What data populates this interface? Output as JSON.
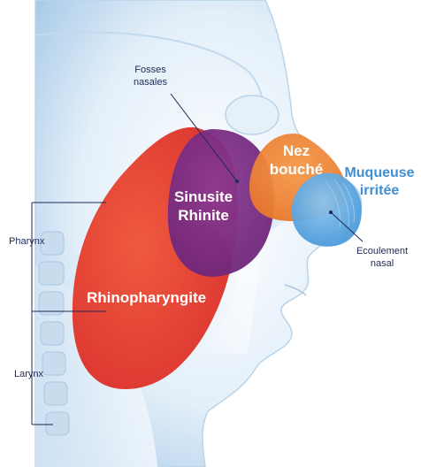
{
  "labels": {
    "fosses_nasales": [
      "Fosses",
      "nasales"
    ],
    "nez_bouche": [
      "Nez",
      "bouché"
    ],
    "muqueuse_irritee": [
      "Muqueuse",
      "irritée"
    ],
    "sinusite_rhinite": [
      "Sinusite",
      "Rhinite"
    ],
    "ecoulement_nasal": [
      "Ecoulement",
      "nasal"
    ],
    "pharynx": "Pharynx",
    "rhinopharyngite": "Rhinopharyngite",
    "larynx": "Larynx"
  },
  "colors": {
    "rhinopharyngite_red": "#e8403a",
    "sinusite_purple": "#7a2e86",
    "nez_orange": "#f0883a",
    "muqueuse_blue": "#5aa8e0",
    "anatomy_blue": "#cfe3f3",
    "label_text": "#1d2a55"
  }
}
